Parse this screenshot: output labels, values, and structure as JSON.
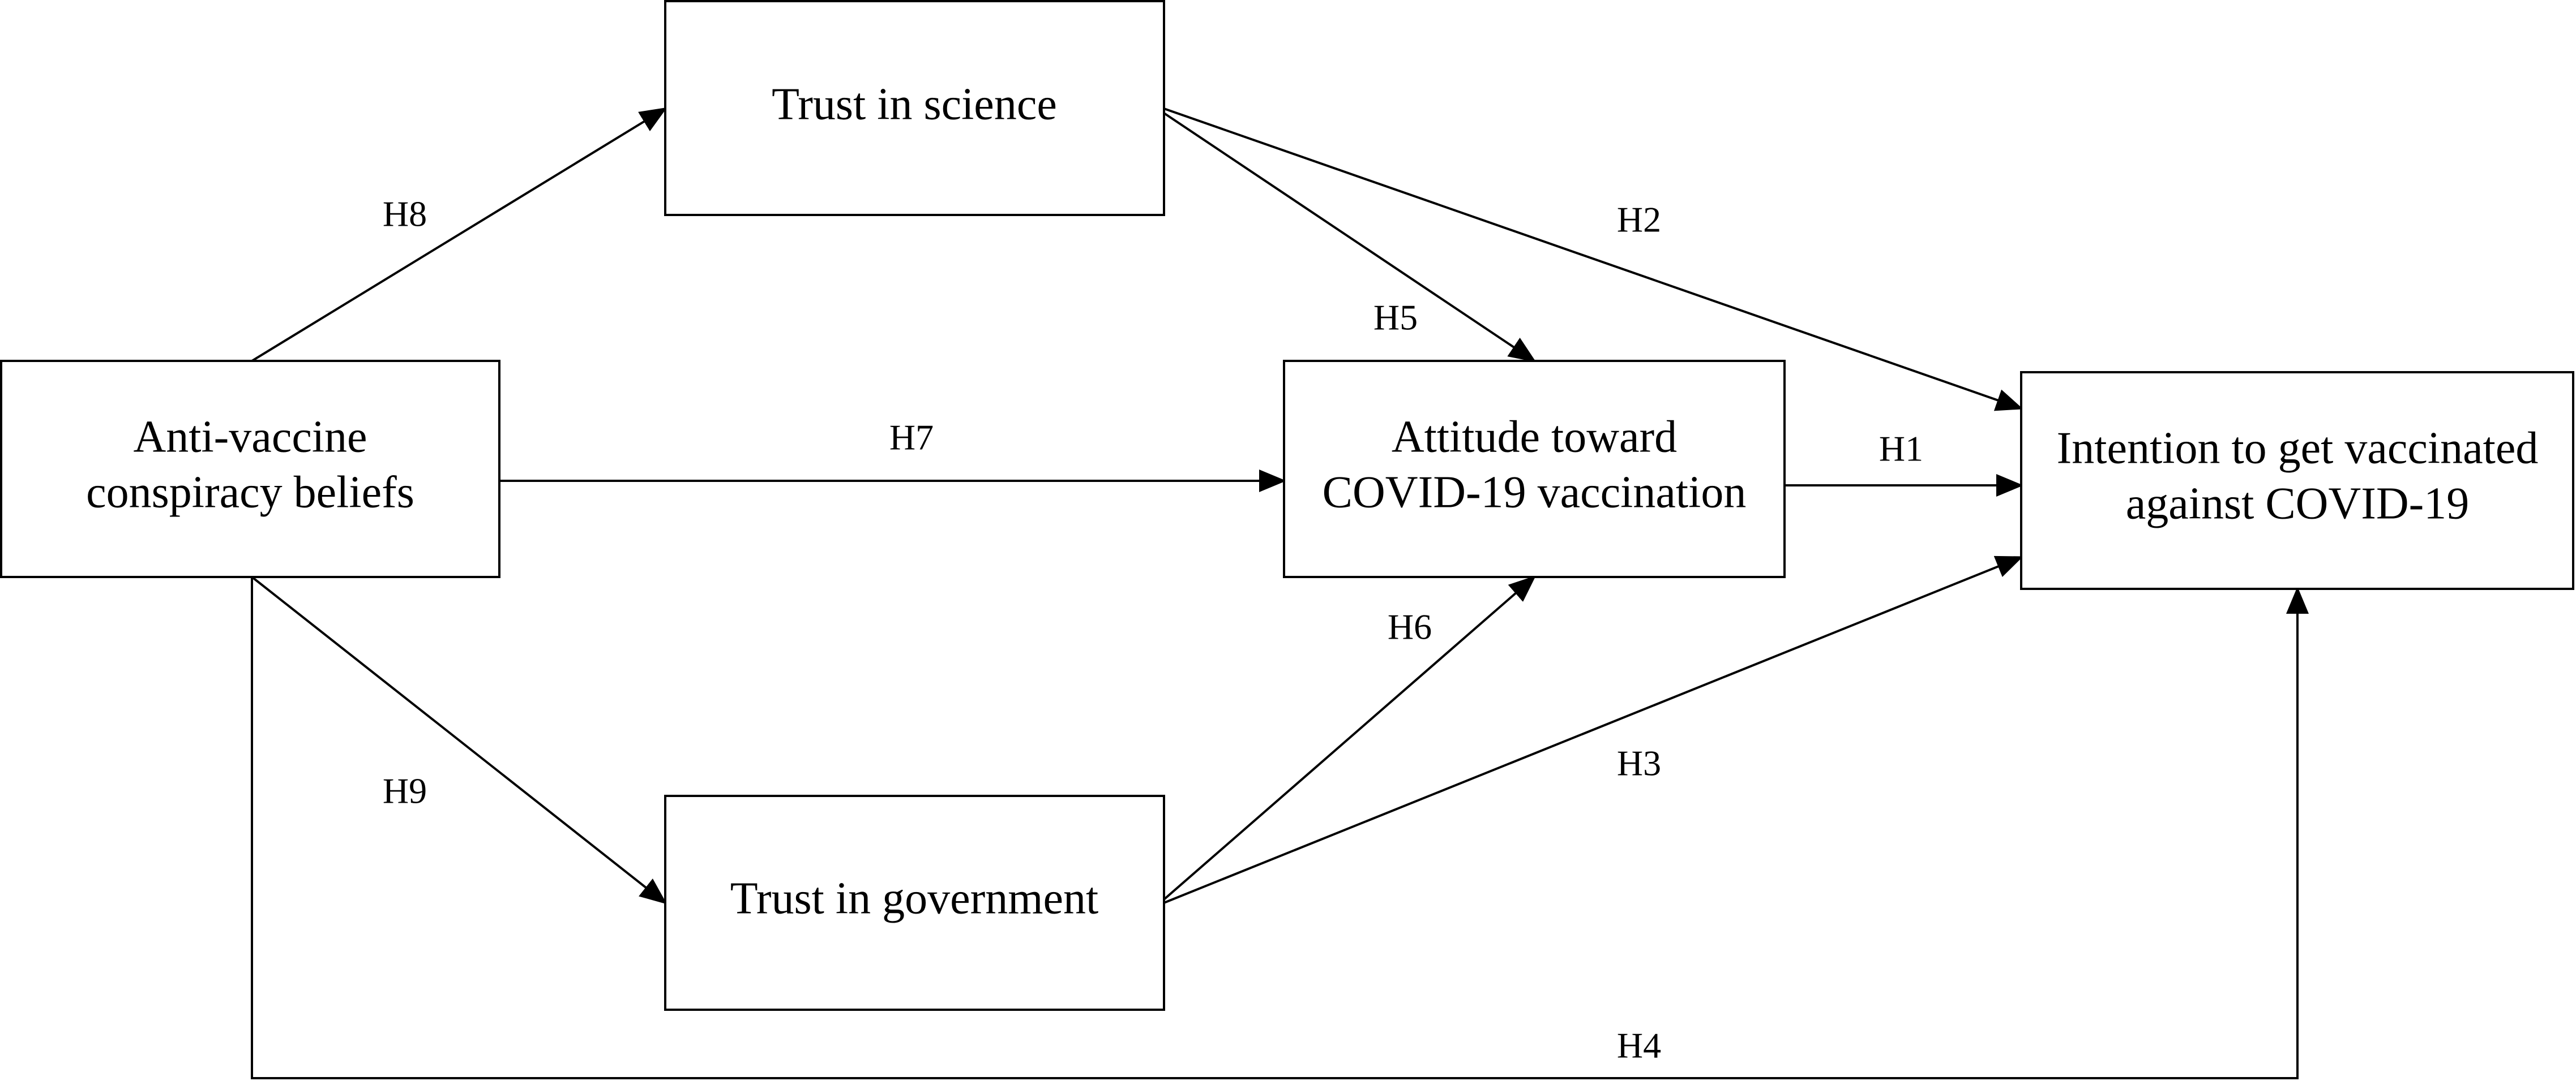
{
  "nodes": {
    "conspiracy": {
      "lines": [
        "Anti-vaccine",
        "conspiracy beliefs"
      ]
    },
    "science": {
      "lines": [
        "Trust in science"
      ]
    },
    "government": {
      "lines": [
        "Trust in government"
      ]
    },
    "attitude": {
      "lines": [
        "Attitude toward",
        "COVID-19 vaccination"
      ]
    },
    "intention": {
      "lines": [
        "Intention to get vaccinated",
        "against COVID-19"
      ]
    }
  },
  "edges": {
    "h1": {
      "label": "H1",
      "from": "Attitude toward COVID-19 vaccination",
      "to": "Intention to get vaccinated against COVID-19"
    },
    "h2": {
      "label": "H2",
      "from": "Trust in science",
      "to": "Intention to get vaccinated against COVID-19"
    },
    "h3": {
      "label": "H3",
      "from": "Trust in government",
      "to": "Intention to get vaccinated against COVID-19"
    },
    "h4": {
      "label": "H4",
      "from": "Anti-vaccine conspiracy beliefs",
      "to": "Intention to get vaccinated against COVID-19"
    },
    "h5": {
      "label": "H5",
      "from": "Trust in science",
      "to": "Attitude toward COVID-19 vaccination"
    },
    "h6": {
      "label": "H6",
      "from": "Trust in government",
      "to": "Attitude toward COVID-19 vaccination"
    },
    "h7": {
      "label": "H7",
      "from": "Anti-vaccine conspiracy beliefs",
      "to": "Attitude toward COVID-19 vaccination"
    },
    "h8": {
      "label": "H8",
      "from": "Anti-vaccine conspiracy beliefs",
      "to": "Trust in science"
    },
    "h9": {
      "label": "H9",
      "from": "Anti-vaccine conspiracy beliefs",
      "to": "Trust in government"
    }
  }
}
